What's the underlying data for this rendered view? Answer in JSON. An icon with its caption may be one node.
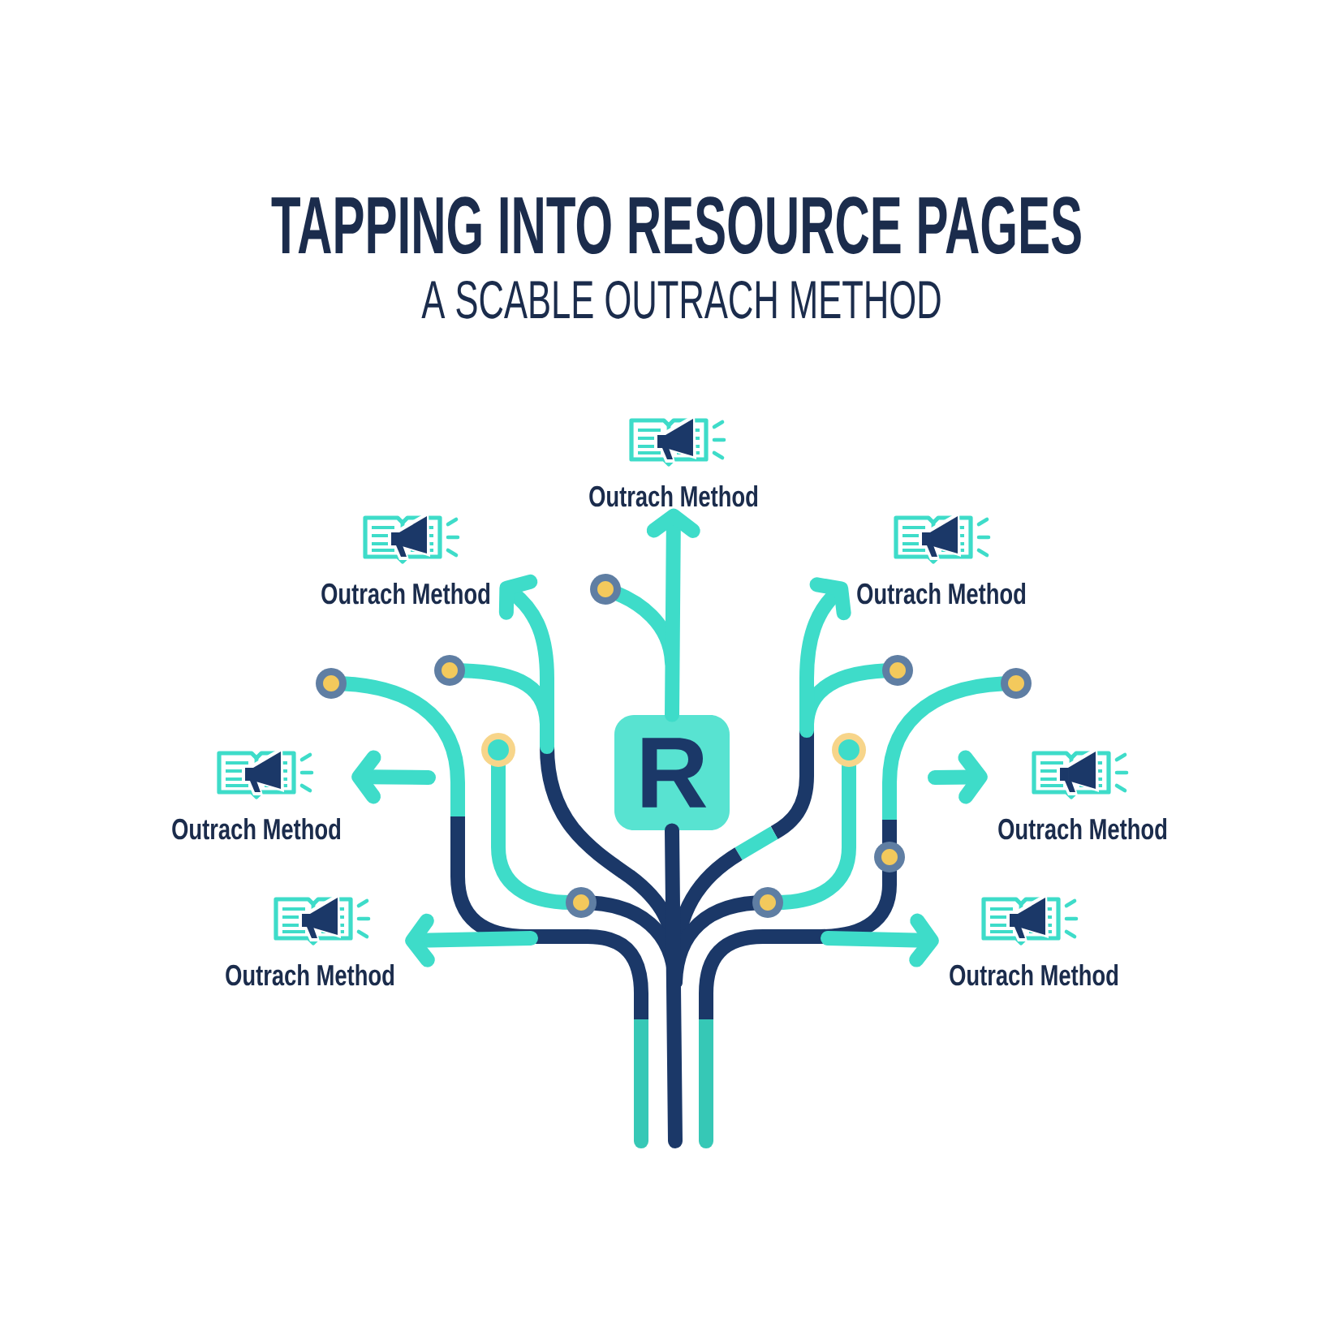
{
  "diagram": {
    "title": "TAPPING INTO RESOURCE PAGES",
    "nodes": [
      {
        "text": [
          "Outrach Method"
        ]
      },
      {
        "text": [
          "Outrach Method"
        ]
      },
      {
        "text": [
          "Outrach Method"
        ]
      },
      {
        "text": [
          "Outrach Method"
        ]
      },
      {
        "text": [
          "R"
        ]
      },
      {
        "text": [
          "Outrach Method"
        ]
      },
      {
        "text": [
          "Outrach Method"
        ]
      },
      {
        "text": [
          "Outrach Method"
        ]
      }
    ],
    "edges": [
      {
        "from": 4,
        "to": 0,
        "arrow": "to"
      },
      {
        "from": null,
        "to": 1,
        "arrow": "to"
      },
      {
        "from": null,
        "to": 2,
        "arrow": "to"
      },
      {
        "from": null,
        "to": 3,
        "arrow": "to"
      },
      {
        "from": null,
        "to": 5,
        "arrow": "to"
      },
      {
        "from": null,
        "to": 6,
        "arrow": "to"
      },
      {
        "from": null,
        "to": 7,
        "arrow": "to"
      },
      {
        "from": null,
        "to": 4,
        "arrow": "none",
        "color": "#1b3868"
      }
    ],
    "labels": [
      "A SCABLE OUTRACH METHOD"
    ]
  }
}
